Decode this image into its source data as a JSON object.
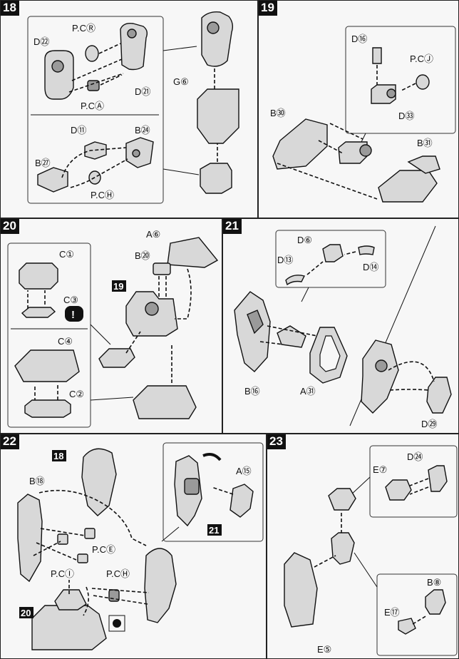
{
  "steps": {
    "s18": {
      "number": "18",
      "labels": {
        "d22": "D㉒",
        "pc_r": "P.CⓇ",
        "pc_a": "P.CⒶ",
        "d21": "D㉑",
        "g6": "G⑥",
        "d11": "D⑪",
        "b24": "B㉔",
        "b27": "B㉗",
        "pc_h": "P.CⒽ"
      }
    },
    "s19": {
      "number": "19",
      "labels": {
        "d16": "D⑯",
        "pc_j": "P.CⒿ",
        "b30": "B㉚",
        "d33": "D㉝",
        "b31": "B㉛"
      }
    },
    "s20": {
      "number": "20",
      "labels": {
        "a6": "A⑥",
        "b20": "B⑳",
        "c1": "C①",
        "ref19": "19",
        "c3": "C③",
        "c4": "C④",
        "c2": "C②",
        "warn": "!"
      }
    },
    "s21": {
      "number": "21",
      "labels": {
        "d6": "D⑥",
        "d13": "D⑬",
        "d14": "D⑭",
        "b16": "B⑯",
        "a31": "A㉛",
        "d29": "D㉙"
      }
    },
    "s22": {
      "number": "22",
      "labels": {
        "ref18": "18",
        "a15": "A⑮",
        "b18": "B⑱",
        "ref21": "21",
        "pc_e": "P.CⒺ",
        "pc_i": "P.CⒾ",
        "pc_h": "P.CⒽ",
        "ref20": "20"
      }
    },
    "s23": {
      "number": "23",
      "labels": {
        "e7": "E⑦",
        "d24": "D㉔",
        "b8": "B⑧",
        "e17": "E⑰",
        "e5": "E⑤"
      }
    }
  }
}
